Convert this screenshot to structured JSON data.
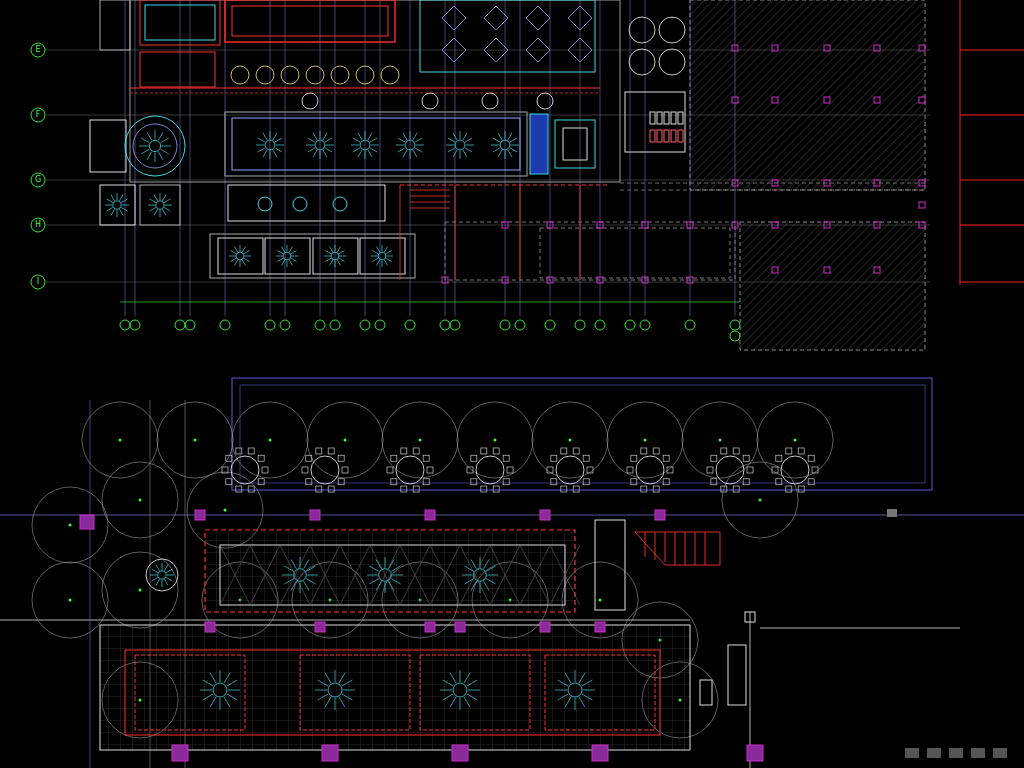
{
  "diagram": {
    "labels": [
      "E",
      "F",
      "G",
      "H",
      "I"
    ]
  }
}
